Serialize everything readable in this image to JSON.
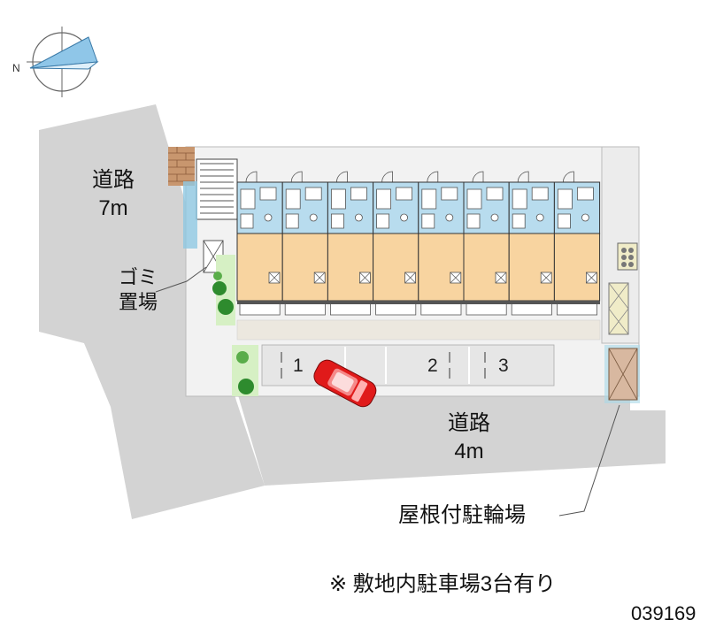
{
  "compass": {
    "north_label": "N"
  },
  "roads": {
    "main_name": "道路",
    "main_width": "7m",
    "sub_name": "道路",
    "sub_width": "4m"
  },
  "garbage": {
    "line1": "ゴミ",
    "line2": "置場"
  },
  "parking": {
    "slots": [
      "1",
      "2",
      "3"
    ]
  },
  "bicycle_parking": {
    "label": "屋根付駐輪場"
  },
  "footer": {
    "note": "※ 敷地内駐車場3台有り",
    "code": "039169"
  },
  "building": {
    "unit_count": 8
  },
  "colors": {
    "road": "#d3d3d3",
    "room": "#f8d4a0",
    "wet_area": "#b8dcee",
    "gravel": "#ece8df",
    "car": "#e01a1a",
    "tree": "#2e8b2e",
    "bike_roof": "#d8b8a0",
    "brick": "#c8966e"
  }
}
